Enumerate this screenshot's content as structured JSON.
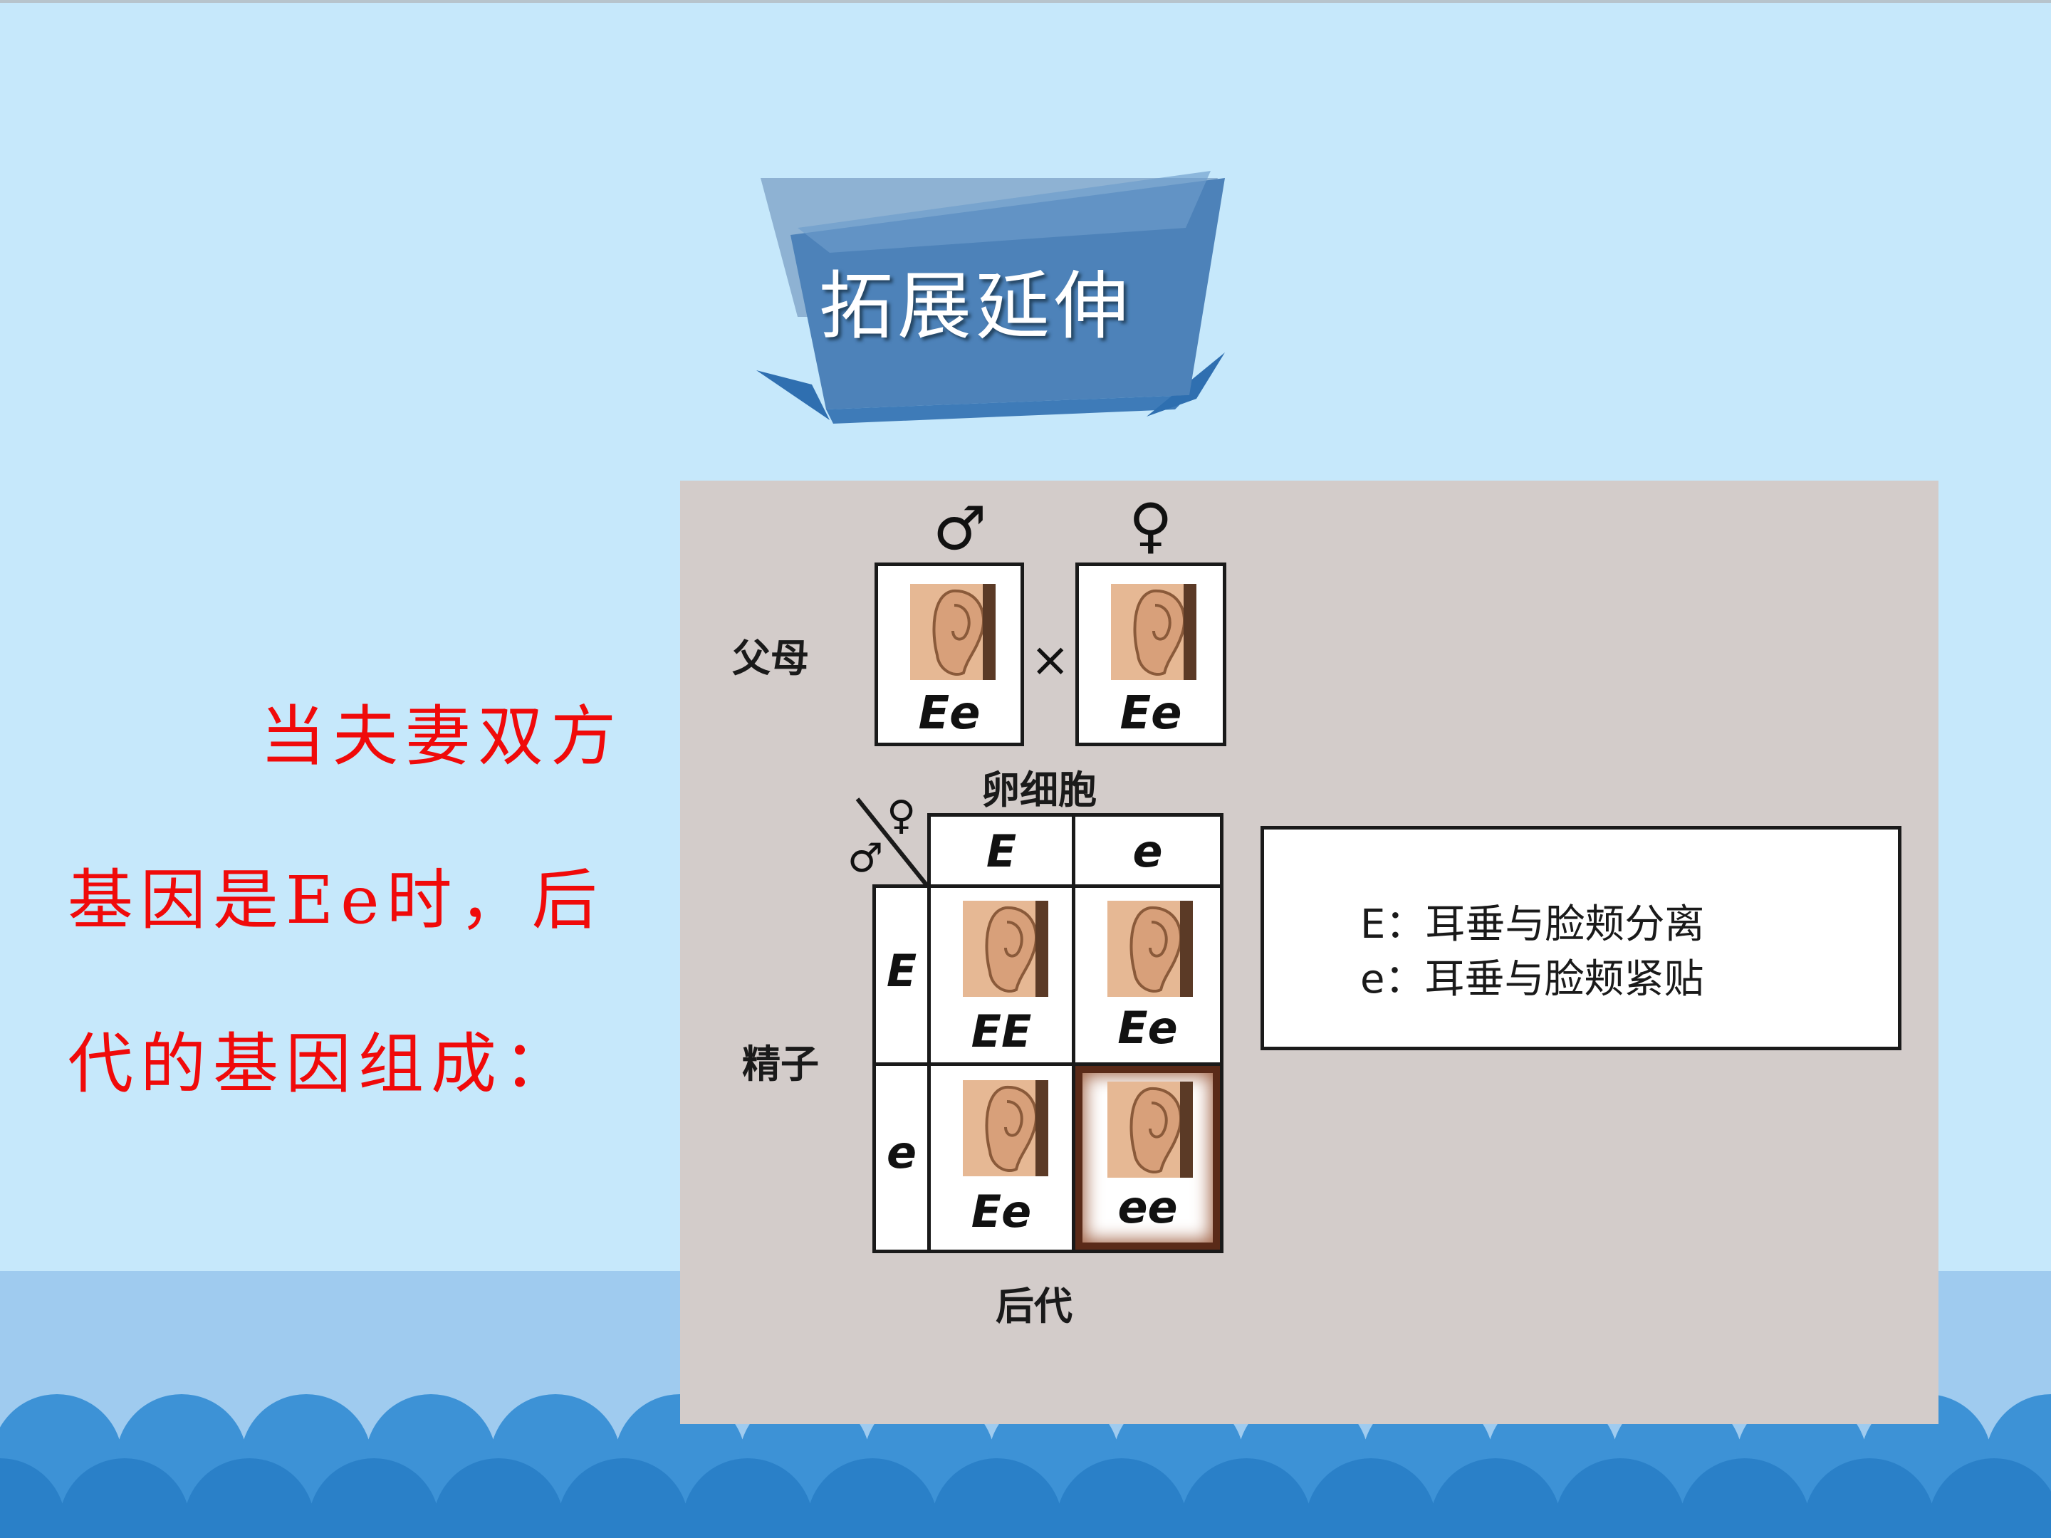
{
  "banner": {
    "title": "拓展延伸"
  },
  "caption": {
    "lines": [
      "当夫妻双方",
      "基因是Ee时，后",
      "代的基因组成："
    ]
  },
  "diagram": {
    "male_symbol": "♂",
    "female_symbol": "♀",
    "cross_symbol": "×",
    "parents_label": "父母",
    "egg_label": "卵细胞",
    "sperm_label": "精子",
    "offspring_label": "后代",
    "parent_genotypes": [
      "Ee",
      "Ee"
    ],
    "egg_alleles": [
      "E",
      "e"
    ],
    "sperm_alleles": [
      "E",
      "e"
    ],
    "offspring_genotypes": [
      "EE",
      "Ee",
      "Ee",
      "ee"
    ],
    "ear_icon": "ear-icon",
    "colors": {
      "ear_skin": "#d8a07a",
      "ee_highlight": "#5a2a18"
    }
  },
  "legend": {
    "items": [
      "E：耳垂与脸颊分离",
      "e：耳垂与脸颊紧贴"
    ]
  }
}
